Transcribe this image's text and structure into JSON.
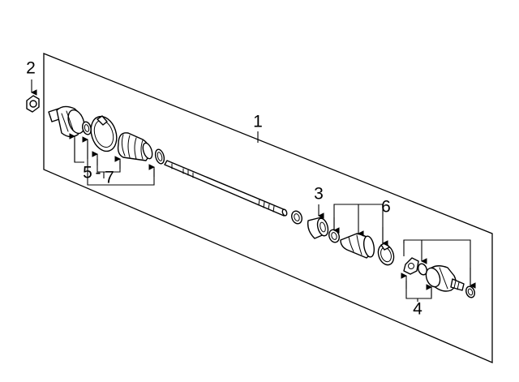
{
  "callouts": {
    "c1": "1",
    "c2": "2",
    "c3": "3",
    "c4": "4",
    "c5": "5",
    "c6": "6",
    "c7": "7",
    "c5_7_dash": "-"
  },
  "colors": {
    "line": "#000000",
    "background": "#ffffff"
  }
}
